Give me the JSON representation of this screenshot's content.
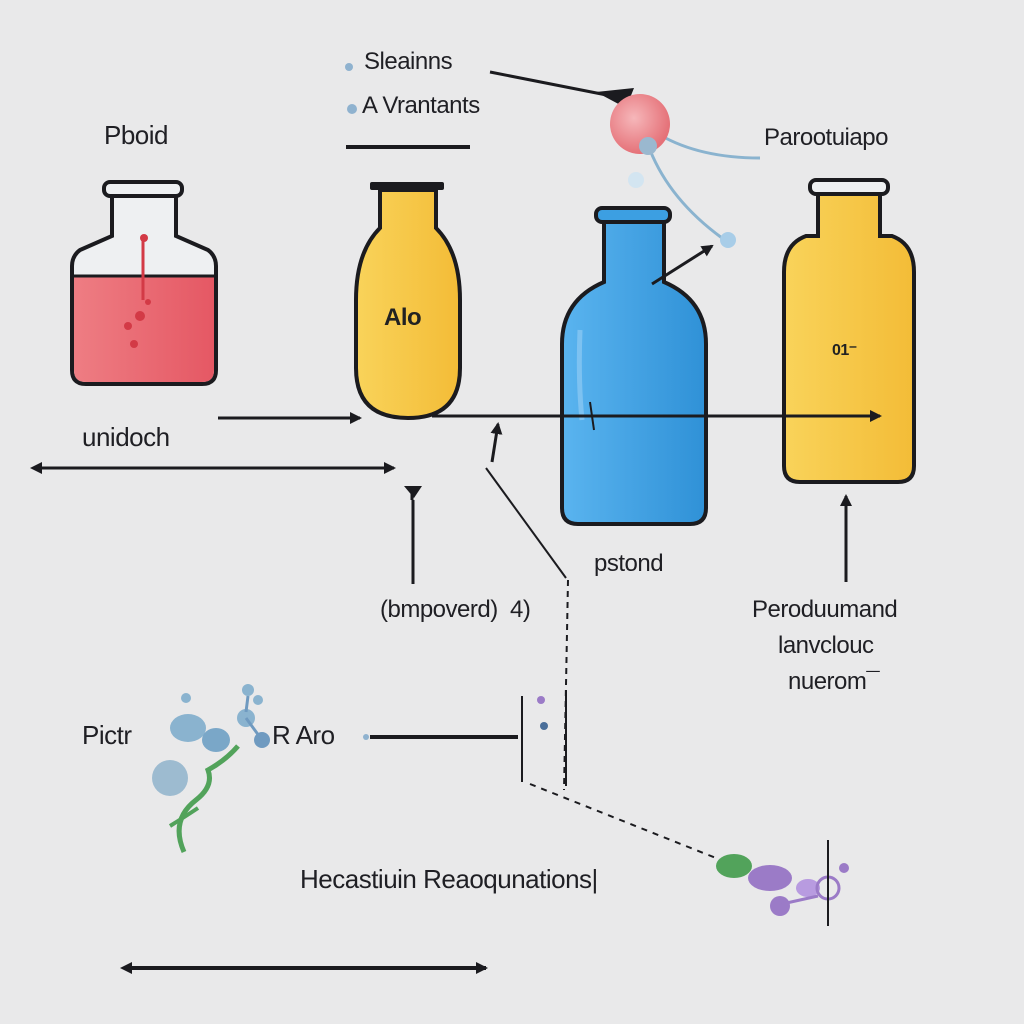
{
  "legend": {
    "items": [
      {
        "label": "Sleainns",
        "bullet_color": "#8fb2cf"
      },
      {
        "label": "A Vrantants",
        "bullet_color": "#8fb2cf"
      }
    ]
  },
  "labels": {
    "top_left": "Pboid",
    "top_right": "Parootuiapo",
    "left_mid": "unidoch",
    "center_mid": "pstond",
    "center_bracket": "(bmpoverd)  4)",
    "right_block": [
      "Peroduumand",
      "lanvclouc",
      "nuerom¯"
    ],
    "molecule_left": "Pictr",
    "molecule_right": "R Aro",
    "bottom": "Hecastiuin Reaoqunations|"
  },
  "bottles": {
    "yellow_label": "Alo",
    "right_label": "01⁻"
  },
  "colors": {
    "red_liquid": "#e9626b",
    "yellow": "#f7c744",
    "blue": "#3ea0e3",
    "outline": "#1b1b1f",
    "molecule_blue": "#8ab3cf",
    "molecule_green": "#52a35b",
    "molecule_purple": "#9b7bc7",
    "pink_sphere": "#ec8c91"
  }
}
